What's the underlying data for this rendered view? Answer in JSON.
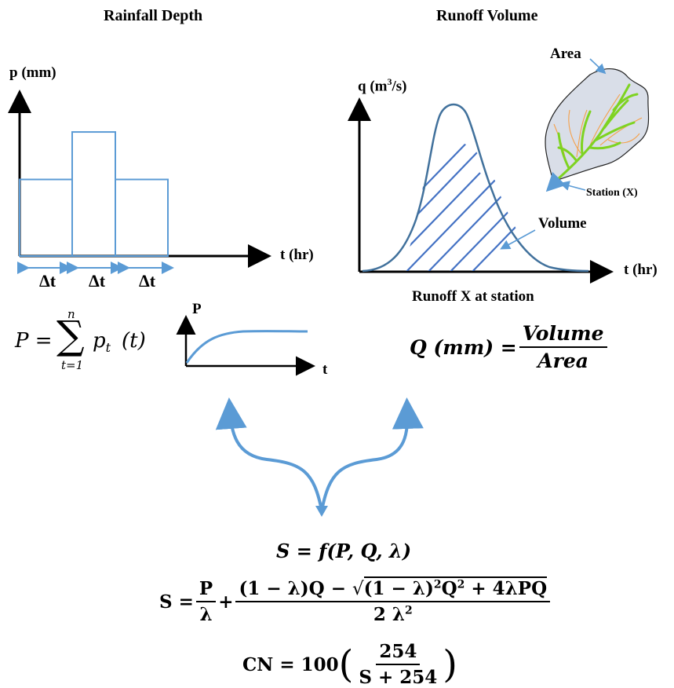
{
  "rainfall": {
    "title": "Rainfall Depth",
    "y_label": "p (mm)",
    "x_label": "t (hr)",
    "delta": "Δt",
    "sum_lhs": "P =",
    "sum_top": "n",
    "sum_sigma": "∑",
    "sum_bottom": "t=1",
    "sum_term": "p",
    "sum_sub": "t",
    "sum_arg": "(t)",
    "cum_y_label": "P",
    "cum_x_label": "t",
    "bars_relative_height": [
      0.5,
      0.81,
      0.5
    ]
  },
  "runoff": {
    "title": "Runoff Volume",
    "y_label_pre": "q (m",
    "y_label_sup": "3",
    "y_label_post": "/s)",
    "x_label": "t (hr)",
    "volume_label": "Volume",
    "caption": "Runoff X at station",
    "area_label": "Area",
    "station_label": "Station (X)",
    "q_lhs": "Q (mm) =",
    "q_num": "Volume",
    "q_den": "Area"
  },
  "formulas": {
    "s_func": "S = f(P, Q, λ)",
    "s_lhs": "S =",
    "p_num": "P",
    "p_den": "λ",
    "plus": "+",
    "big_num_a": "(1 − λ)Q − ",
    "big_num_root": "(1 − λ)",
    "big_num_sq": "2",
    "big_num_q": "Q",
    "big_num_q_sq": "2",
    "big_num_end": " + 4λPQ",
    "big_den": "2 λ",
    "big_den_sq": "2",
    "cn_lhs": "CN = 100",
    "cn_num": "254",
    "cn_den": "S + 254"
  },
  "colors": {
    "bar": "#5b9bd5",
    "curve": "#41719c",
    "hatch": "#4472c4",
    "arrow": "#5b9bd5",
    "catchment_fill": "#d9dee8",
    "stream": "#7ed321",
    "tributary": "#f5a04a"
  }
}
